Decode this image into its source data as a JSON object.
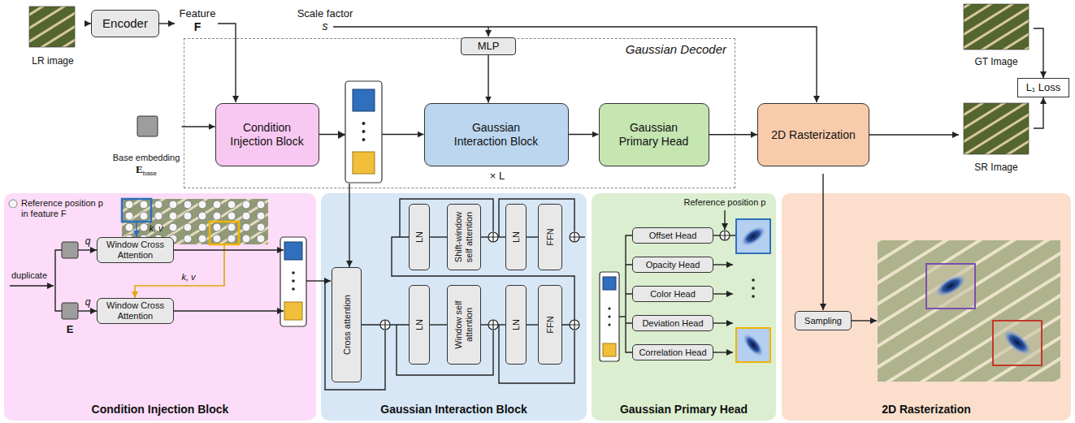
{
  "diagram": {
    "nodes": [
      {
        "text": [
          "LR image"
        ]
      },
      {
        "text": [
          "Encoder"
        ]
      },
      {
        "text": [
          "Base embedding",
          "E",
          "base"
        ]
      },
      {
        "text": [
          "MLP"
        ]
      },
      {
        "text": [
          "Gaussian Decoder"
        ]
      },
      {
        "text": [
          "Condition Injection Block"
        ],
        "in": 4
      },
      {
        "text": [
          "Gaussian Interaction Block"
        ],
        "in": 4
      },
      {
        "text": [
          "Gaussian Primary Head"
        ],
        "in": 4
      },
      {
        "text": [
          "2D Rasterization"
        ]
      },
      {
        "text": [
          "GT Image"
        ]
      },
      {
        "text": [
          "L₁ Loss"
        ]
      },
      {
        "text": [
          "SR Image"
        ]
      },
      {
        "text": [
          "Condition Injection Block"
        ]
      },
      {
        "text": [
          "Window Cross Attention"
        ],
        "in": 12
      },
      {
        "text": [
          "Window Cross Attention"
        ],
        "in": 12
      },
      {
        "text": [
          "Gaussian Interaction Block"
        ]
      },
      {
        "text": [
          "Cross attention"
        ],
        "in": 15
      },
      {
        "text": [
          "LN"
        ],
        "in": 15
      },
      {
        "text": [
          "Shift-window self attention"
        ],
        "in": 15
      },
      {
        "text": [
          "LN"
        ],
        "in": 15
      },
      {
        "text": [
          "FFN"
        ],
        "in": 15
      },
      {
        "text": [
          "LN"
        ],
        "in": 15
      },
      {
        "text": [
          "Window self attention"
        ],
        "in": 15
      },
      {
        "text": [
          "LN"
        ],
        "in": 15
      },
      {
        "text": [
          "FFN"
        ],
        "in": 15
      },
      {
        "text": [
          "Gaussian Primary Head"
        ]
      },
      {
        "text": [
          "Offset Head"
        ],
        "in": 25
      },
      {
        "text": [
          "Opacity Head"
        ],
        "in": 25
      },
      {
        "text": [
          "Color Head"
        ],
        "in": 25
      },
      {
        "text": [
          "Deviation Head"
        ],
        "in": 25
      },
      {
        "text": [
          "Correlation Head"
        ],
        "in": 25
      },
      {
        "text": [
          "2D Rasterization"
        ]
      },
      {
        "text": [
          "Sampling"
        ],
        "in": 31
      }
    ],
    "edges": [
      {
        "from": 0,
        "to": 1,
        "arrow": "to"
      },
      {
        "from": 2,
        "to": 5,
        "arrow": "to"
      },
      {
        "from": 3,
        "to": 6,
        "arrow": "to"
      },
      {
        "from": 5,
        "to": 6,
        "arrow": "to"
      },
      {
        "from": 6,
        "to": 7,
        "arrow": "to"
      },
      {
        "from": 7,
        "to": 8,
        "arrow": "to"
      },
      {
        "from": 8,
        "to": 11,
        "arrow": "to"
      },
      {
        "from": 9,
        "to": 10,
        "arrow": "to"
      },
      {
        "from": 11,
        "to": 10,
        "arrow": "to"
      },
      {
        "from": 16,
        "to": 21,
        "arrow": "none"
      },
      {
        "from": 21,
        "to": 22,
        "arrow": "none"
      },
      {
        "from": 22,
        "to": 23,
        "arrow": "none"
      },
      {
        "from": 23,
        "to": 24,
        "arrow": "none"
      },
      {
        "from": 24,
        "to": 17,
        "arrow": "none"
      },
      {
        "from": 17,
        "to": 18,
        "arrow": "none"
      },
      {
        "from": 18,
        "to": 19,
        "arrow": "none"
      },
      {
        "from": 19,
        "to": 20,
        "arrow": "none"
      }
    ],
    "labels": [
      "Feature",
      "F",
      "Scale factor",
      "s",
      "× L",
      "k, v",
      "q",
      "duplicate",
      "k, v",
      "q",
      "E",
      "Reference position p"
    ],
    "legend": [
      {
        "text": "Reference position p in feature F"
      }
    ]
  }
}
